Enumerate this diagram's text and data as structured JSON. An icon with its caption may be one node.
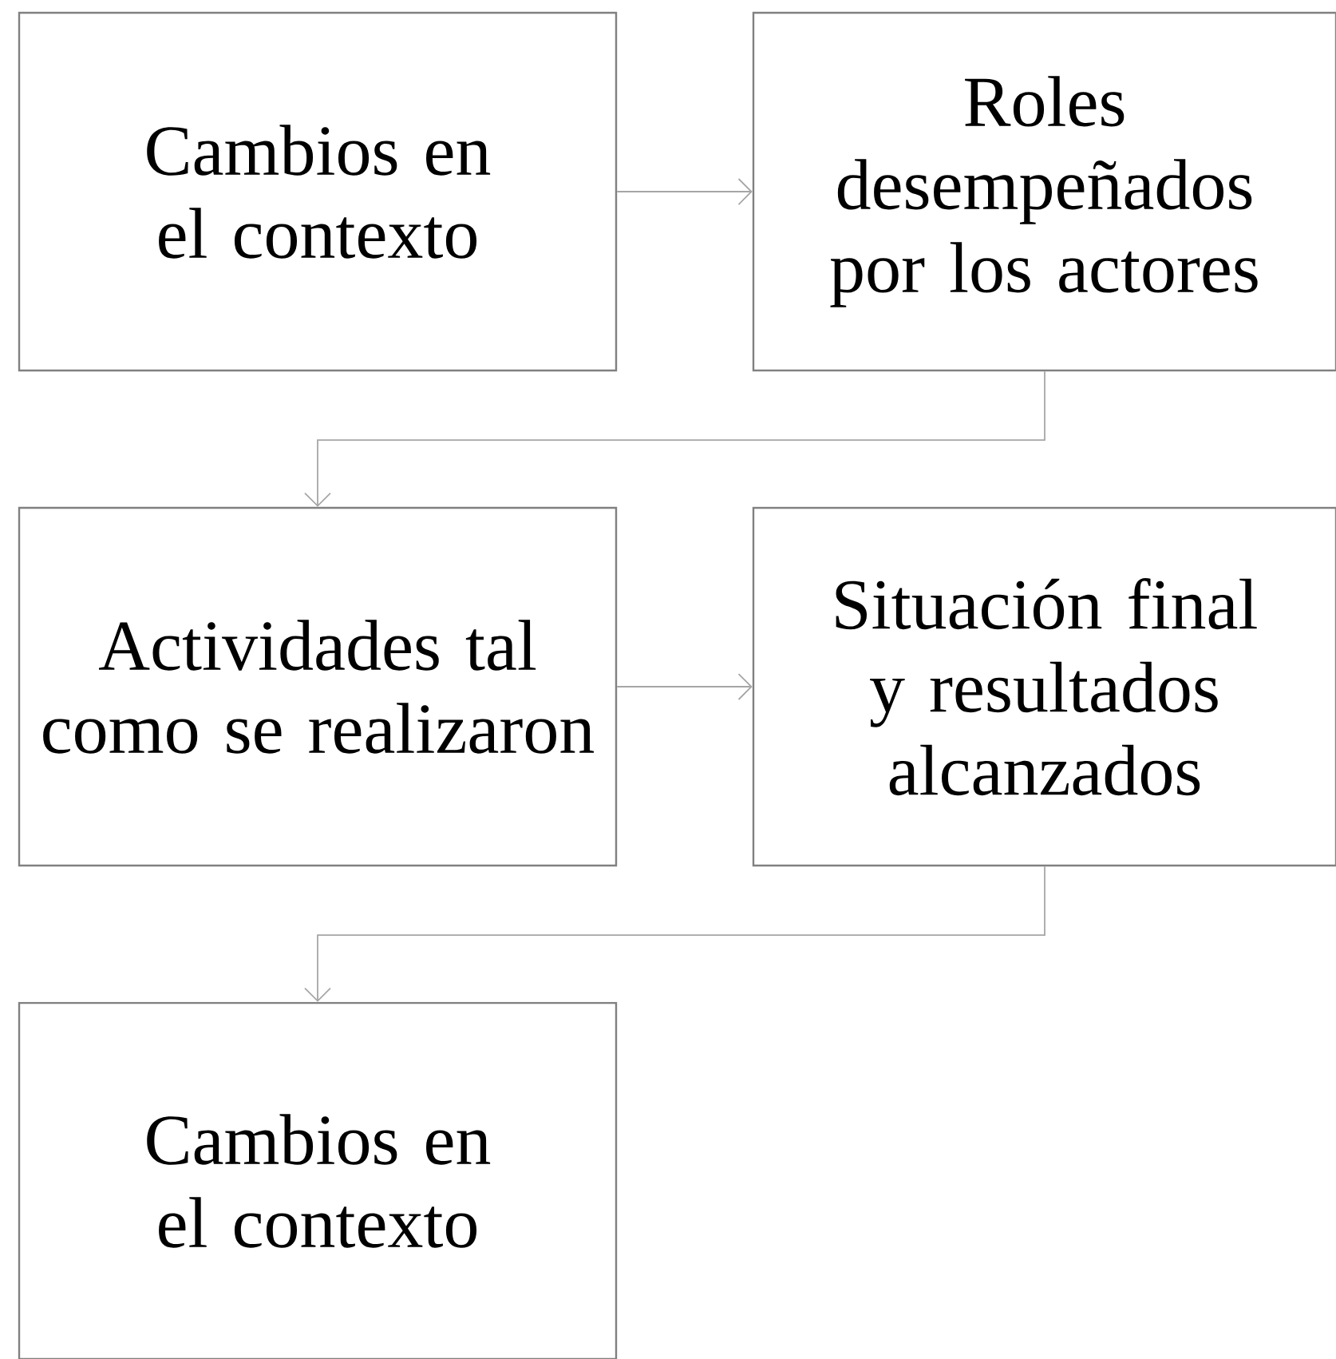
{
  "diagram": {
    "nodes": [
      {
        "text": [
          "Cambios en el contexto"
        ]
      },
      {
        "text": [
          "Roles desempeñados por los actores"
        ]
      },
      {
        "text": [
          "Actividades tal como se realizaron"
        ]
      },
      {
        "text": [
          "Situación final y resultados alcanzados"
        ]
      },
      {
        "text": [
          "Cambios en el contexto"
        ]
      }
    ],
    "edges": [
      {
        "from": 0,
        "to": 1,
        "arrow": "to"
      },
      {
        "from": 1,
        "to": 2,
        "arrow": "to"
      },
      {
        "from": 2,
        "to": 3,
        "arrow": "to"
      },
      {
        "from": 3,
        "to": 4,
        "arrow": "to"
      }
    ]
  }
}
